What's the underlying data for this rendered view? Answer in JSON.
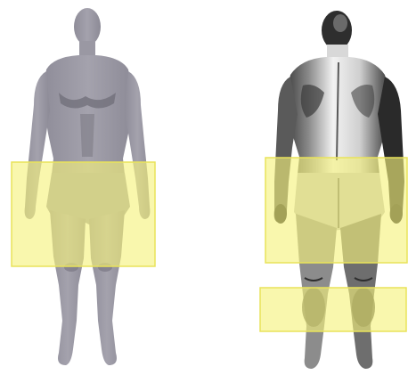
{
  "figures": [
    {
      "view": "front",
      "highlight_zones": [
        "hips-and-thighs"
      ]
    },
    {
      "view": "back",
      "highlight_zones": [
        "hips-and-thighs",
        "calves"
      ]
    }
  ],
  "colors": {
    "background": "#ffffff",
    "front_figure": "#9a98a3",
    "front_figure_shadow": "#6f6d78",
    "back_figure_light": "#eaeaea",
    "back_figure_shade": "#4a4a4a",
    "back_figure_dark": "#1e1e1e",
    "highlight": "#f6f27a"
  }
}
